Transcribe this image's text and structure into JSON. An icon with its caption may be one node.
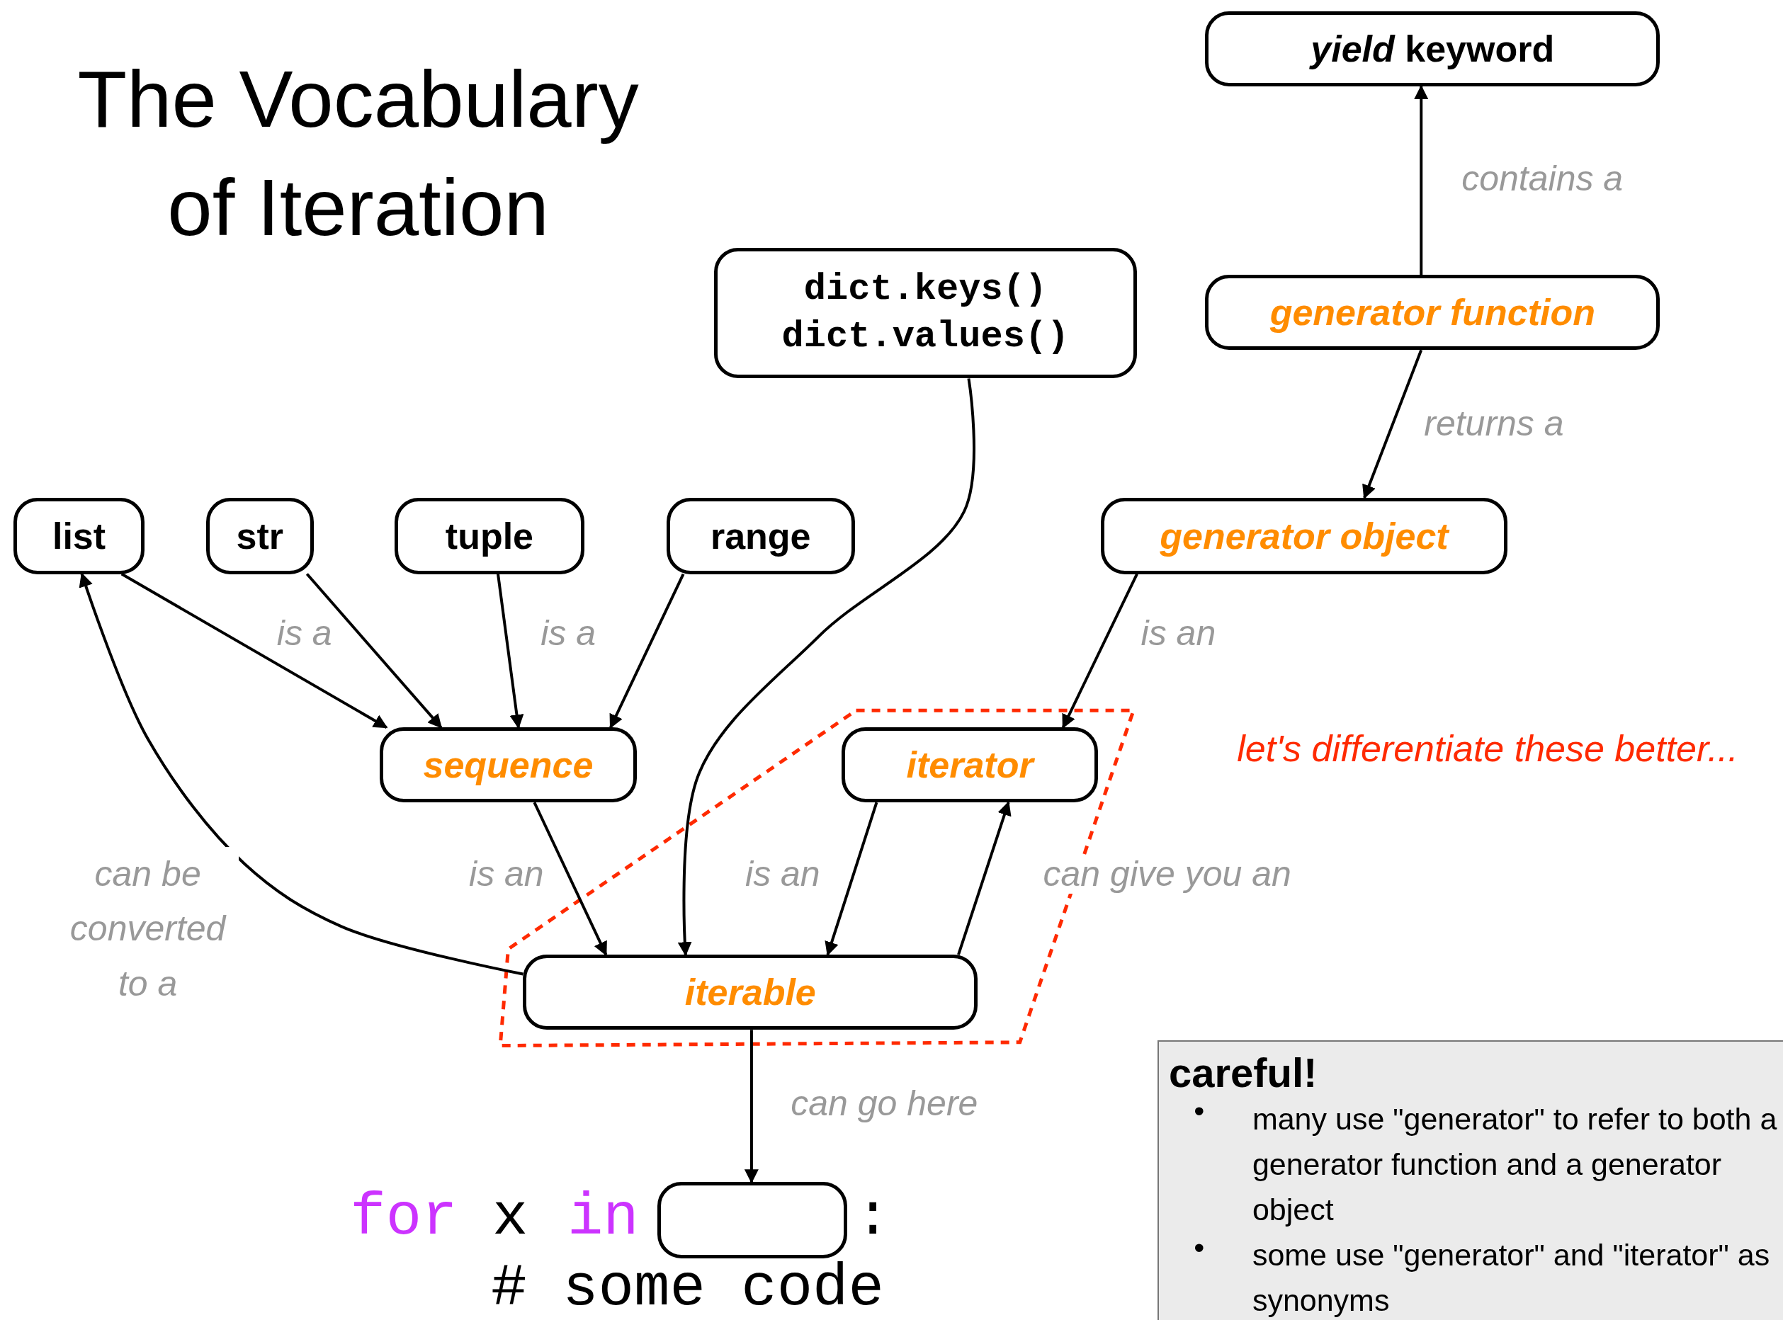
{
  "diagram": {
    "title": "The Vocabulary of Iteration",
    "nodes": [
      {
        "text": [
          "*yield* keyword"
        ]
      },
      {
        "text": [
          "generator function"
        ]
      },
      {
        "text": [
          "dict.keys() dict.values()"
        ]
      },
      {
        "text": [
          "list"
        ]
      },
      {
        "text": [
          "str"
        ]
      },
      {
        "text": [
          "tuple"
        ]
      },
      {
        "text": [
          "range"
        ]
      },
      {
        "text": [
          "generator object"
        ]
      },
      {
        "text": [
          "sequence"
        ]
      },
      {
        "text": [
          "iterator"
        ]
      },
      {
        "text": [
          "iterable"
        ]
      },
      {
        "text": [],
        "shape": "box"
      },
      {
        "text": [
          "careful!",
          "many use \"generator\" to refer to both a generator function and a generator object",
          "some use \"generator\" and \"iterator\" as synonyms"
        ]
      }
    ],
    "edges": [
      {
        "from": 1,
        "to": 0,
        "arrow": "to",
        "label": "contains a"
      },
      {
        "from": 1,
        "to": 7,
        "arrow": "to",
        "label": "returns a"
      },
      {
        "from": 3,
        "to": 8,
        "arrow": "to"
      },
      {
        "from": 4,
        "to": 8,
        "arrow": "to",
        "label": "is a"
      },
      {
        "from": 5,
        "to": 8,
        "arrow": "to"
      },
      {
        "from": 6,
        "to": 8,
        "arrow": "to",
        "label": "is a"
      },
      {
        "from": 7,
        "to": 9,
        "arrow": "to",
        "label": "is an"
      },
      {
        "from": 8,
        "to": 10,
        "arrow": "to",
        "label": "is an"
      },
      {
        "from": 2,
        "to": 10,
        "arrow": "to"
      },
      {
        "from": 9,
        "to": 10,
        "arrow": "to",
        "label": "is an"
      },
      {
        "from": 10,
        "to": 9,
        "arrow": "to",
        "label": "can give you an"
      },
      {
        "from": 10,
        "to": 3,
        "arrow": "to",
        "label": "can be converted to a"
      },
      {
        "from": 10,
        "to": 11,
        "arrow": "to",
        "label": "can go here"
      }
    ],
    "labels": [
      "let's differentiate these better...",
      "for",
      "x",
      "in",
      ":",
      "# some code",
      "•",
      "•"
    ]
  }
}
